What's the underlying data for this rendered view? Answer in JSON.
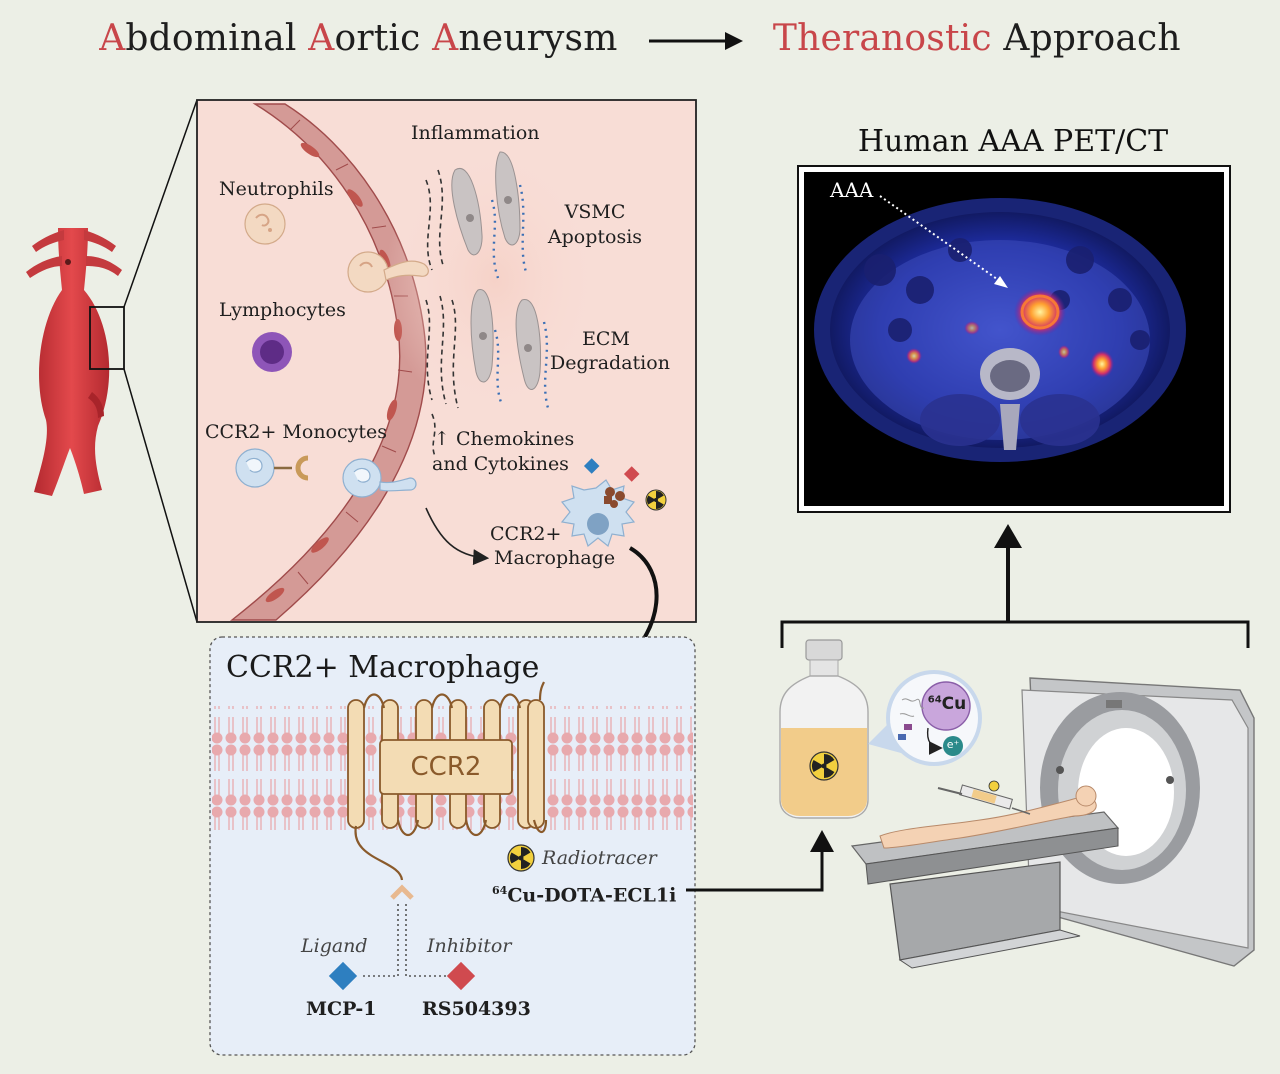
{
  "title": {
    "left_part": [
      {
        "initial": "A",
        "rest": "bdominal "
      },
      {
        "initial": "A",
        "rest": "ortic "
      },
      {
        "initial": "A",
        "rest": "neurysm"
      }
    ],
    "right_highlight": "Theranostic",
    "right_rest": " Approach"
  },
  "inflammation_panel": {
    "inflammation": "Inflammation",
    "neutrophils": "Neutrophils",
    "lymphocytes": "Lymphocytes",
    "monocytes": "CCR2+ Monocytes",
    "vsmc": "VSMC",
    "apoptosis": "Apoptosis",
    "ecm": "ECM",
    "degradation": "Degradation",
    "chemokines": "↑ Chemokines",
    "cytokines": "and Cytokines",
    "macrophage_line1": "CCR2+",
    "macrophage_line2": "Macrophage"
  },
  "macrophage_panel": {
    "title": "CCR2+ Macrophage",
    "receptor": "CCR2",
    "ligand_label": "Ligand",
    "ligand_name": "MCP-1",
    "inhibitor_label": "Inhibitor",
    "inhibitor_name": "RS504393",
    "radiotracer_label": "Radiotracer",
    "tracer_sup": "64",
    "tracer_name": "Cu-DOTA-ECL1i"
  },
  "pet_panel": {
    "title": "Human AAA PET/CT",
    "aaa_label": "AAA"
  },
  "isotope": {
    "symbol_sup": "64",
    "symbol": "Cu",
    "emission": "e⁺"
  },
  "colors": {
    "accent_red": "#c8464a",
    "panel_pink": "#f8ddd6",
    "panel_blue": "#e7eef8",
    "ligand_blue": "#2e7fc0",
    "inhibitor_red": "#d04a4f",
    "receptor_tan": "#f3dcb4"
  }
}
